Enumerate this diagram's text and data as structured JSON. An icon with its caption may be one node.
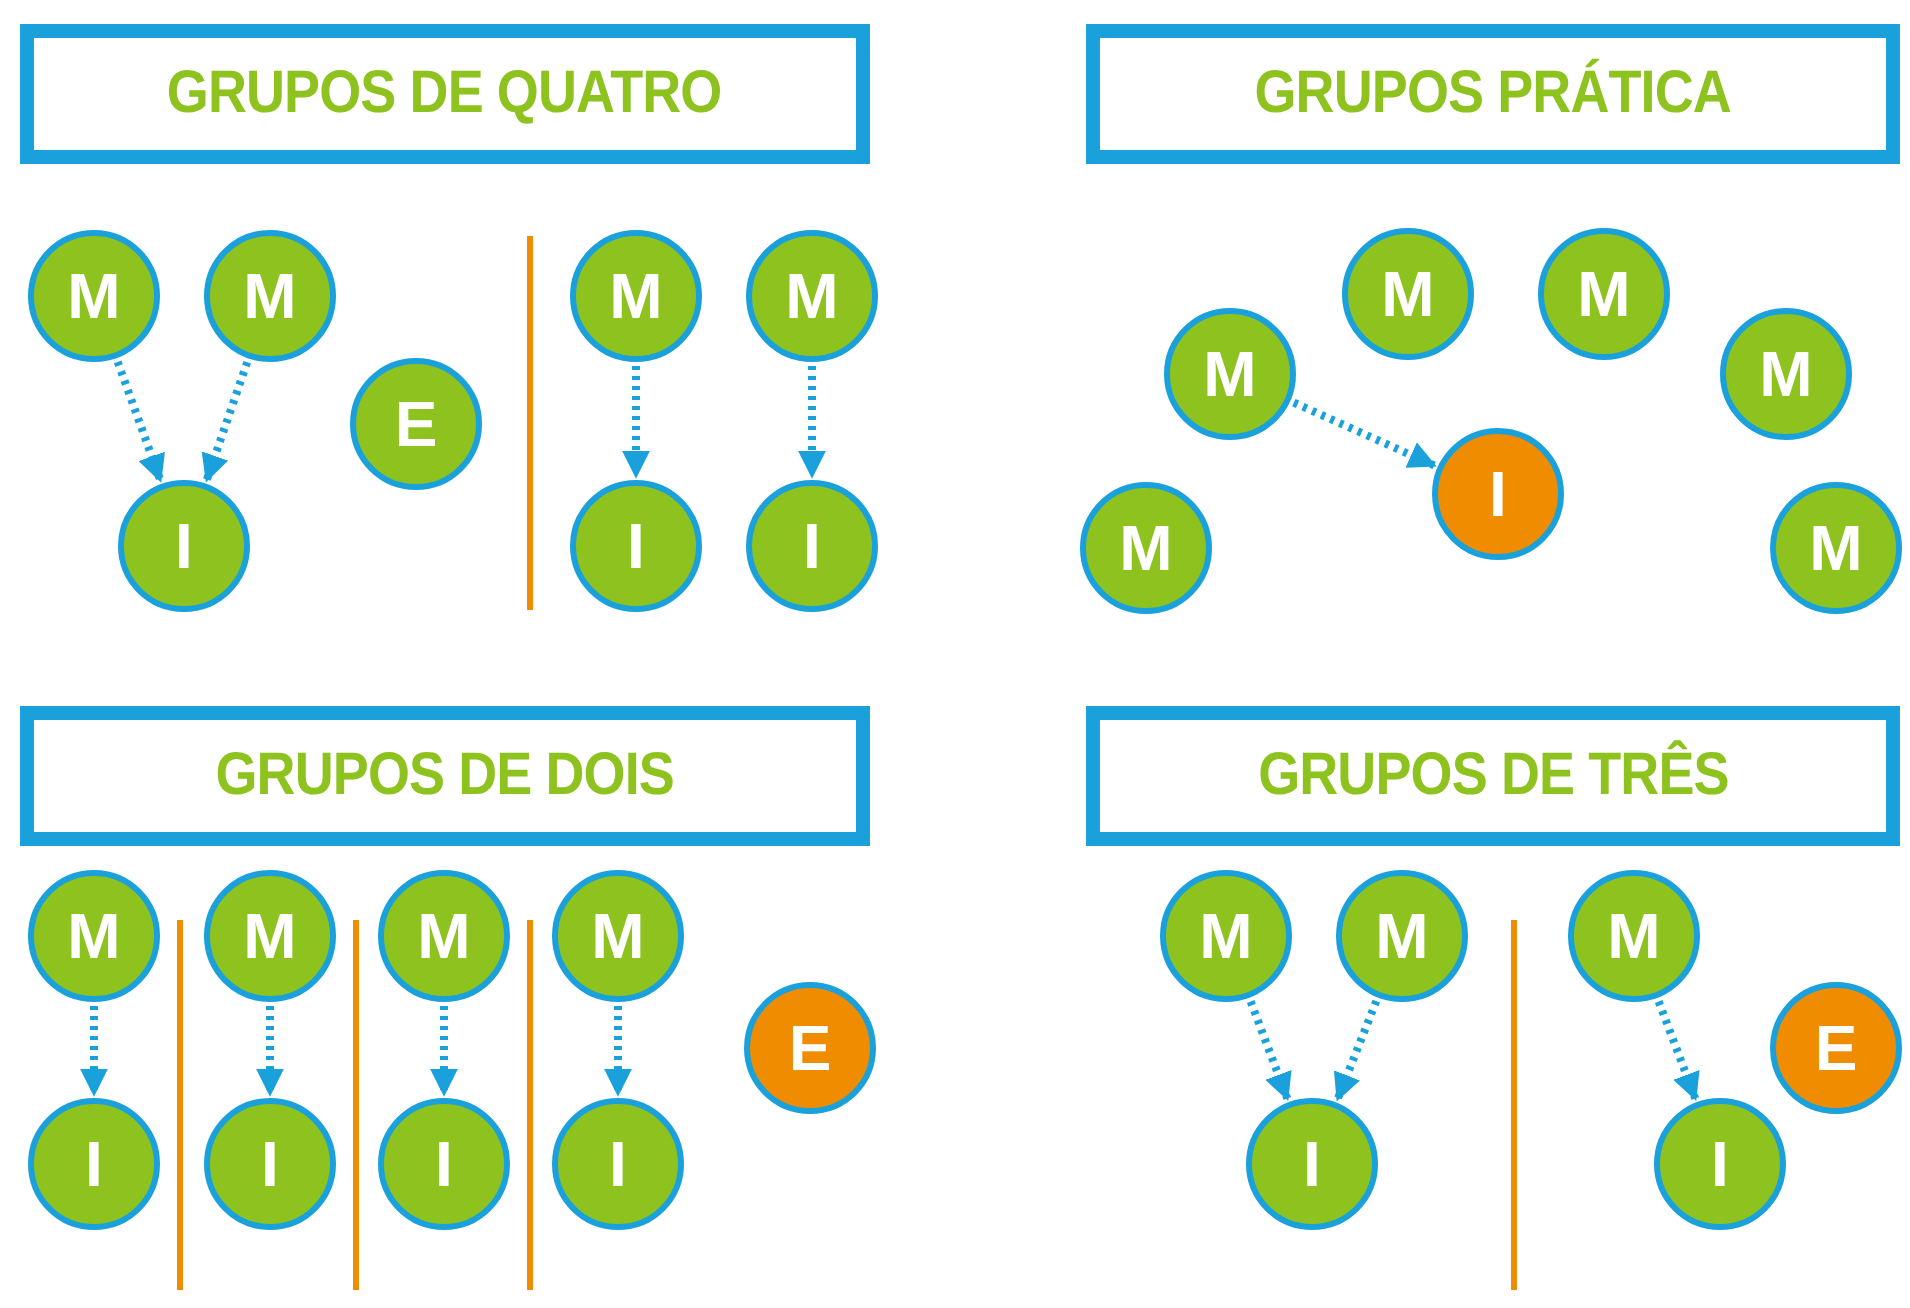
{
  "diagram": {
    "nodes": [
      {
        "text": [
          "GRUPOS DE QUATRO"
        ]
      },
      {
        "text": [
          "M"
        ]
      },
      {
        "text": [
          "M"
        ]
      },
      {
        "text": [
          "E"
        ]
      },
      {
        "text": [
          "I"
        ]
      },
      {
        "text": [
          "M"
        ]
      },
      {
        "text": [
          "M"
        ]
      },
      {
        "text": [
          "I"
        ]
      },
      {
        "text": [
          "I"
        ]
      },
      {
        "text": [
          "GRUPOS PRÁTICA"
        ]
      },
      {
        "text": [
          "M"
        ]
      },
      {
        "text": [
          "M"
        ]
      },
      {
        "text": [
          "M"
        ]
      },
      {
        "text": [
          "M"
        ]
      },
      {
        "text": [
          "I"
        ]
      },
      {
        "text": [
          "M"
        ]
      },
      {
        "text": [
          "M"
        ]
      },
      {
        "text": [
          "GRUPOS DE DOIS"
        ]
      },
      {
        "text": [
          "M"
        ]
      },
      {
        "text": [
          "I"
        ]
      },
      {
        "text": [
          "M"
        ]
      },
      {
        "text": [
          "I"
        ]
      },
      {
        "text": [
          "M"
        ]
      },
      {
        "text": [
          "I"
        ]
      },
      {
        "text": [
          "M"
        ]
      },
      {
        "text": [
          "I"
        ]
      },
      {
        "text": [
          "E"
        ]
      },
      {
        "text": [
          "GRUPOS DE TRÊS"
        ]
      },
      {
        "text": [
          "M"
        ]
      },
      {
        "text": [
          "M"
        ]
      },
      {
        "text": [
          "I"
        ]
      },
      {
        "text": [
          "M"
        ]
      },
      {
        "text": [
          "I"
        ]
      },
      {
        "text": [
          "E"
        ]
      }
    ],
    "edges": [
      {
        "from": 1,
        "to": 4,
        "arrow": "to",
        "style": "dashed"
      },
      {
        "from": 2,
        "to": 4,
        "arrow": "to",
        "style": "dashed"
      },
      {
        "from": 5,
        "to": 7,
        "arrow": "to",
        "style": "dashed"
      },
      {
        "from": 6,
        "to": 8,
        "arrow": "to",
        "style": "dashed"
      },
      {
        "from": 12,
        "to": 14,
        "arrow": "to",
        "style": "dashed"
      },
      {
        "from": 18,
        "to": 19,
        "arrow": "to",
        "style": "dashed"
      },
      {
        "from": 20,
        "to": 21,
        "arrow": "to",
        "style": "dashed"
      },
      {
        "from": 22,
        "to": 23,
        "arrow": "to",
        "style": "dashed"
      },
      {
        "from": 24,
        "to": 25,
        "arrow": "to",
        "style": "dashed"
      },
      {
        "from": 28,
        "to": 30,
        "arrow": "to",
        "style": "dashed"
      },
      {
        "from": 29,
        "to": 30,
        "arrow": "to",
        "style": "dashed"
      },
      {
        "from": 31,
        "to": 32,
        "arrow": "to",
        "style": "dashed"
      }
    ]
  }
}
